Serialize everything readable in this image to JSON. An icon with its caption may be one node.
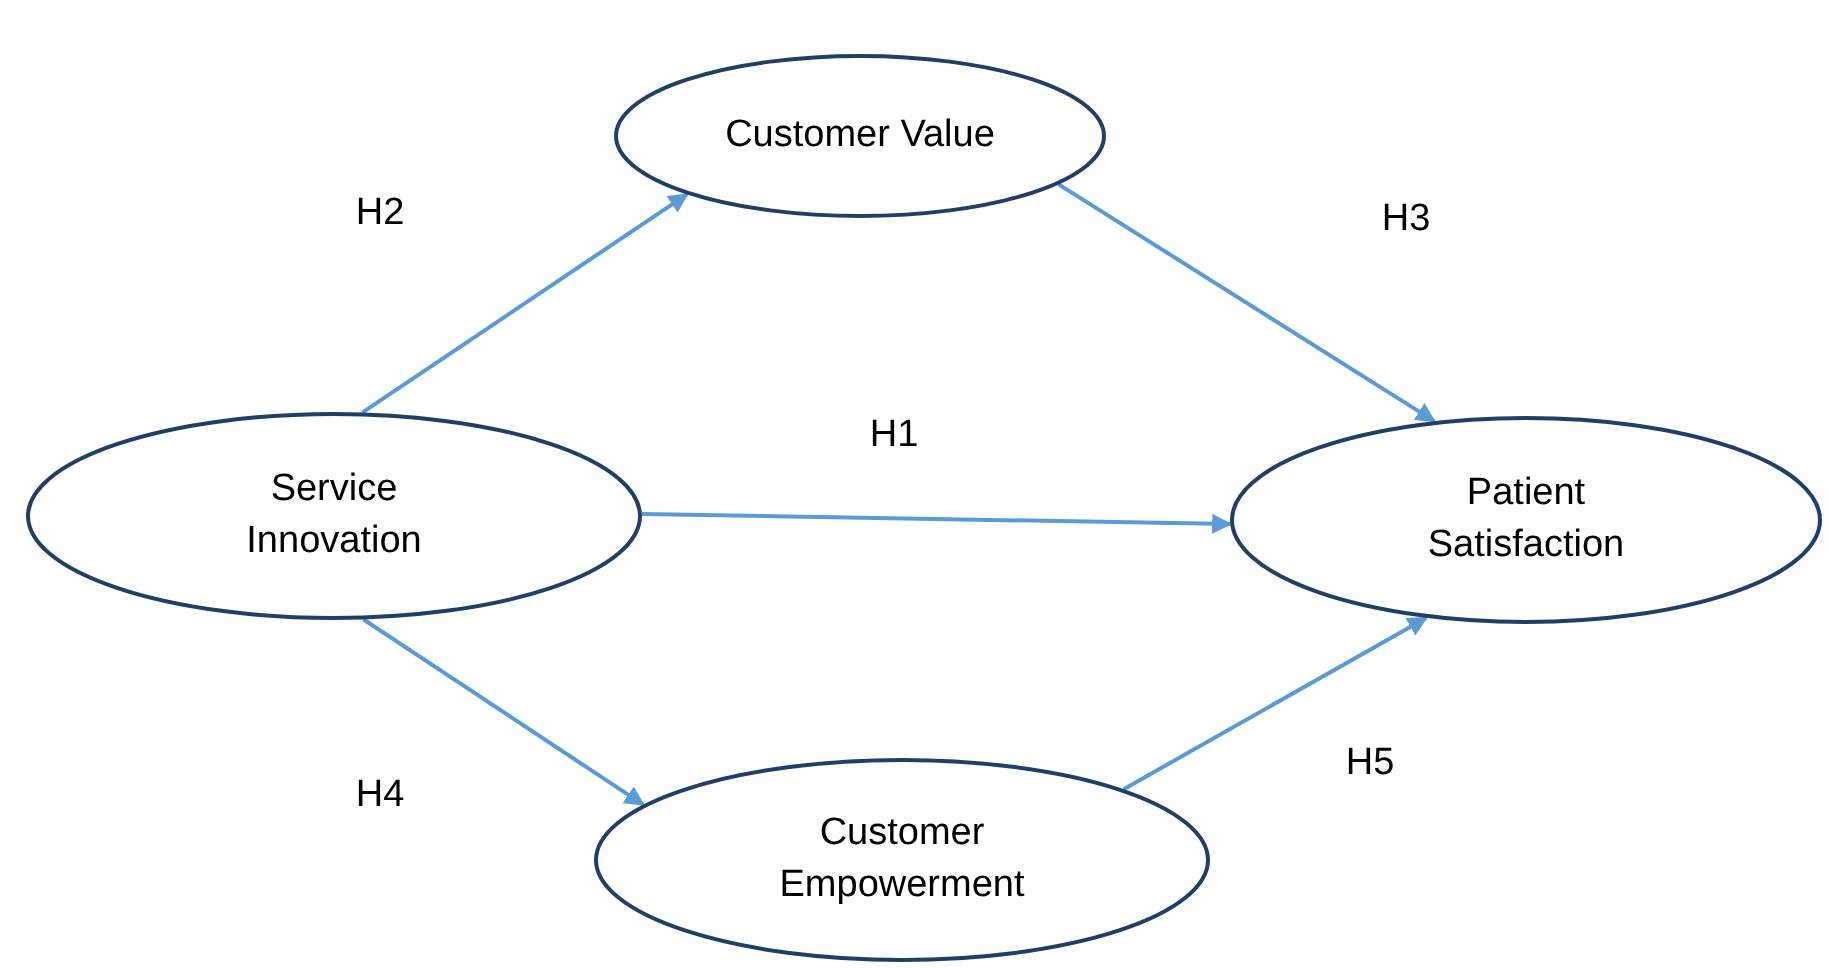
{
  "diagram": {
    "nodes": [
      {
        "text": [
          "Customer Value"
        ]
      },
      {
        "text": [
          "Service Innovation"
        ]
      },
      {
        "text": [
          "Patient Satisfaction"
        ]
      },
      {
        "text": [
          "Customer Empowerment"
        ]
      }
    ],
    "edges": [
      {
        "from": 1,
        "to": 0,
        "arrow": "to",
        "label": "H2"
      },
      {
        "from": 0,
        "to": 2,
        "arrow": "to",
        "label": "H3"
      },
      {
        "from": 1,
        "to": 2,
        "arrow": "to",
        "label": "H1"
      },
      {
        "from": 1,
        "to": 3,
        "arrow": "to",
        "label": "H4"
      },
      {
        "from": 3,
        "to": 2,
        "arrow": "to",
        "label": "H5"
      }
    ]
  }
}
